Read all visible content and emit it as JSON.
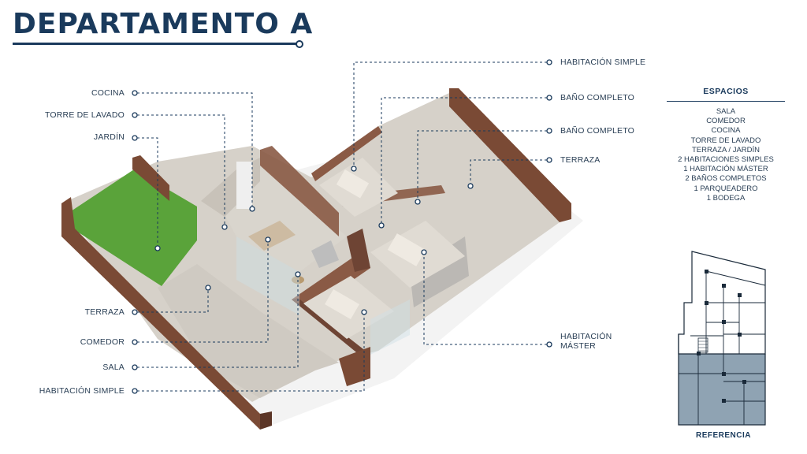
{
  "header": {
    "title": "DEPARTAMENTO A"
  },
  "left_labels": [
    {
      "text": "COCINA"
    },
    {
      "text": "TORRE DE LAVADO"
    },
    {
      "text": "JARDÍN"
    },
    {
      "text": "TERRAZA"
    },
    {
      "text": "COMEDOR"
    },
    {
      "text": "SALA"
    },
    {
      "text": "HABITACIÓN SIMPLE"
    }
  ],
  "right_labels": [
    {
      "text": "HABITACIÓN SIMPLE"
    },
    {
      "text": "BAÑO COMPLETO"
    },
    {
      "text": "BAÑO COMPLETO"
    },
    {
      "text": "TERRAZA"
    },
    {
      "text": "HABITACIÓN"
    },
    {
      "text": "MÁSTER"
    }
  ],
  "espacios": {
    "title": "ESPACIOS",
    "items": [
      "SALA",
      "COMEDOR",
      "COCINA",
      "TORRE DE LAVADO",
      "TERRAZA / JARDÍN",
      "2 HABITACIONES SIMPLES",
      "1 HABITACIÓN MÁSTER",
      "2 BAÑOS COMPLETOS",
      "1 PARQUEADERO",
      "1 BODEGA"
    ]
  },
  "reference": {
    "title": "REFERENCIA"
  },
  "colors": {
    "navy": "#1a3a5c",
    "grass": "#5aa33a",
    "wall": "#7a4a35",
    "floor": "#d9d4cc"
  }
}
